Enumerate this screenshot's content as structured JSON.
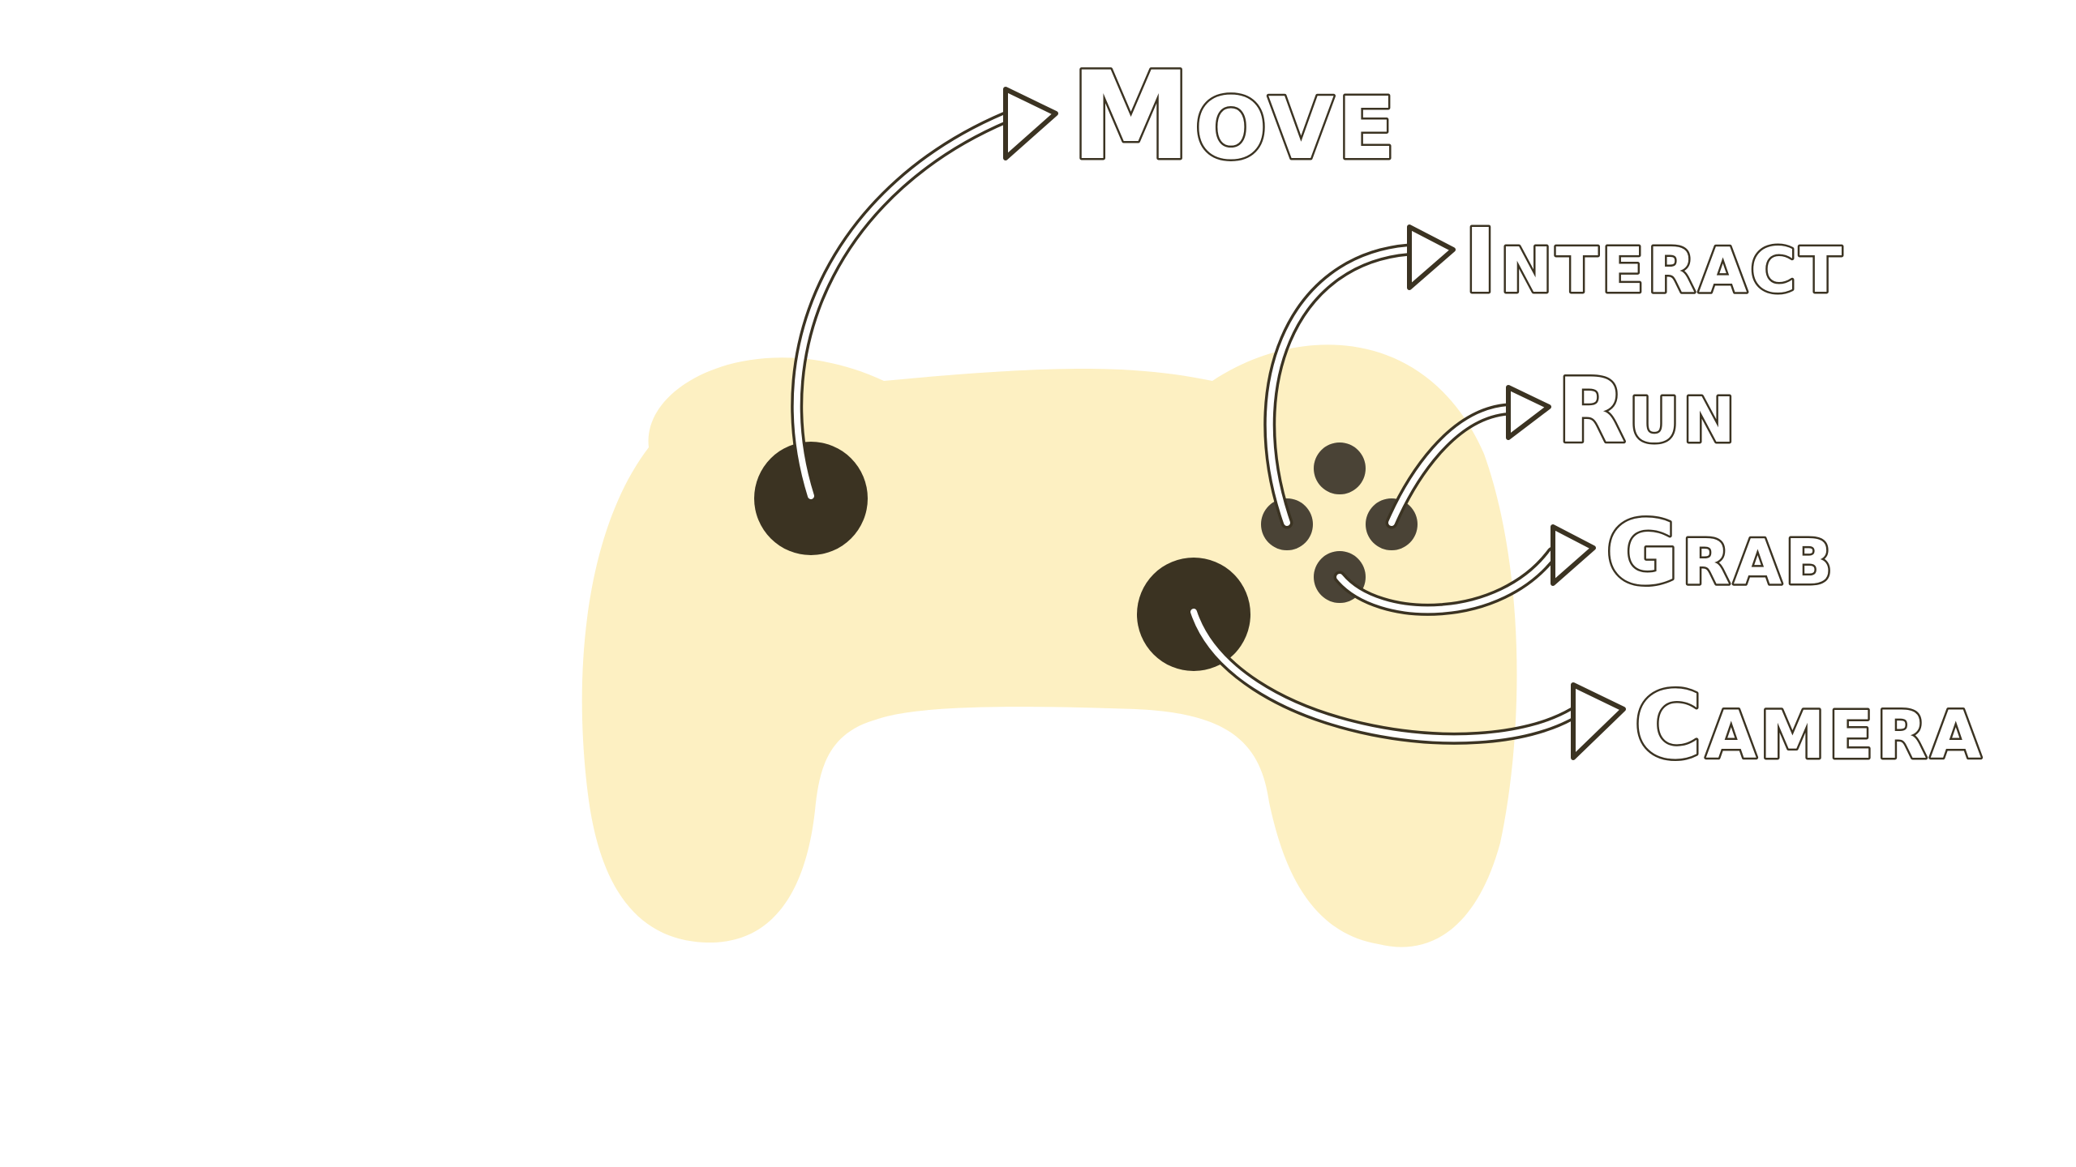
{
  "colors": {
    "controller_body": "#fdf0c2",
    "stick": "#3b3322",
    "face_button": "#4a4336",
    "outline": "#3b3322",
    "label_fill": "#ffffff",
    "background": "#ffffff"
  },
  "controls": {
    "move": {
      "label": "Move",
      "icon": "triangle-right-icon"
    },
    "interact": {
      "label": "Interact",
      "icon": "triangle-right-icon"
    },
    "run": {
      "label": "Run",
      "icon": "triangle-right-icon"
    },
    "grab": {
      "label": "Grab",
      "icon": "triangle-right-icon"
    },
    "camera": {
      "label": "Camera",
      "icon": "triangle-right-icon"
    }
  }
}
